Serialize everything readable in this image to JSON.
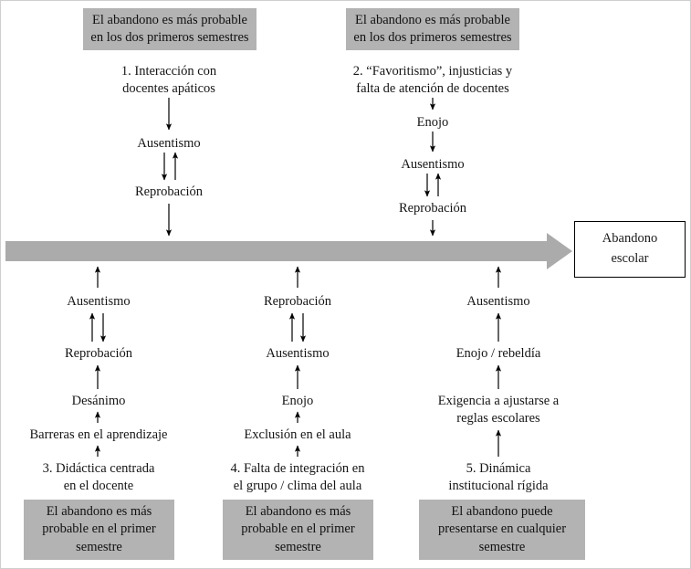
{
  "figure": {
    "outcome": {
      "label": "Abandono\nescolar",
      "line1": "Abandono",
      "line2": "escolar"
    },
    "top_banners": [
      {
        "id": "banner-top-1",
        "line1": "El abandono es más probable",
        "line2": "en los dos primeros semestres"
      },
      {
        "id": "banner-top-2",
        "line1": "El abandono es más probable",
        "line2": "en los dos primeros semestres"
      }
    ],
    "bottom_banners": [
      {
        "id": "banner-bottom-3",
        "line1": "El abandono es más",
        "line2": "probable en el primer",
        "line3": "semestre"
      },
      {
        "id": "banner-bottom-4",
        "line1": "El abandono es más",
        "line2": "probable en el primer",
        "line3": "semestre"
      },
      {
        "id": "banner-bottom-5",
        "line1": "El abandono puede",
        "line2": "presentarse en cualquier",
        "line3": "semestre"
      }
    ],
    "columns": [
      {
        "id": "pathway-1",
        "position": "top-left",
        "cause_number": "1.",
        "cause_line1": "1. Interacción con",
        "cause_line2": "docentes apáticos",
        "steps": [
          "Ausentismo",
          "Reprobación"
        ],
        "bidirectional_pair": [
          "Ausentismo",
          "Reprobación"
        ]
      },
      {
        "id": "pathway-2",
        "position": "top-right",
        "cause_number": "2.",
        "cause_line1": "2. “Favoritismo”, injusticias y",
        "cause_line2": "falta de atención de docentes",
        "steps": [
          "Enojo",
          "Ausentismo",
          "Reprobación"
        ],
        "bidirectional_pair": [
          "Ausentismo",
          "Reprobación"
        ]
      },
      {
        "id": "pathway-3",
        "position": "bottom-left",
        "cause_number": "3.",
        "cause_line1": "3. Didáctica centrada",
        "cause_line2": "en el docente",
        "steps": [
          "Barreras en el aprendizaje",
          "Desánimo",
          "Reprobación",
          "Ausentismo"
        ],
        "bidirectional_pair": [
          "Reprobación",
          "Ausentismo"
        ]
      },
      {
        "id": "pathway-4",
        "position": "bottom-middle",
        "cause_number": "4.",
        "cause_line1": "4. Falta de integración en",
        "cause_line2": "el grupo / clima del aula",
        "steps": [
          "Exclusión en el aula",
          "Enojo",
          "Ausentismo",
          "Reprobación"
        ],
        "bidirectional_pair": [
          "Ausentismo",
          "Reprobación"
        ]
      },
      {
        "id": "pathway-5",
        "position": "bottom-right",
        "cause_number": "5.",
        "cause_line1": "5. Dinámica",
        "cause_line2": "institucional rígida",
        "steps_line_a": "Exigencia a ajustarse a",
        "steps_line_b": "reglas escolares",
        "steps": [
          "Exigencia a ajustarse a reglas escolares",
          "Enojo / rebeldía",
          "Ausentismo"
        ],
        "bidirectional_pair": []
      }
    ],
    "nodes": {
      "col1_ausentismo": "Ausentismo",
      "col1_reprobacion": "Reprobación",
      "col2_enojo": "Enojo",
      "col2_ausentismo": "Ausentismo",
      "col2_reprobacion": "Reprobación",
      "col3_ausentismo": "Ausentismo",
      "col3_reprobacion": "Reprobación",
      "col3_desanimo": "Desánimo",
      "col3_barreras": "Barreras en el aprendizaje",
      "col4_reprobacion": "Reprobación",
      "col4_ausentismo": "Ausentismo",
      "col4_enojo": "Enojo",
      "col4_exclusion": "Exclusión en el aula",
      "col5_ausentismo": "Ausentismo",
      "col5_enojo": "Enojo / rebeldía",
      "col5_exigencia_l1": "Exigencia a ajustarse a",
      "col5_exigencia_l2": "reglas escolares"
    },
    "colors": {
      "banner_gray": "#b3b3b3",
      "flow_arrow_gray": "#ababab",
      "text": "#151515",
      "outline": "#000000",
      "background": "#ffffff"
    }
  }
}
